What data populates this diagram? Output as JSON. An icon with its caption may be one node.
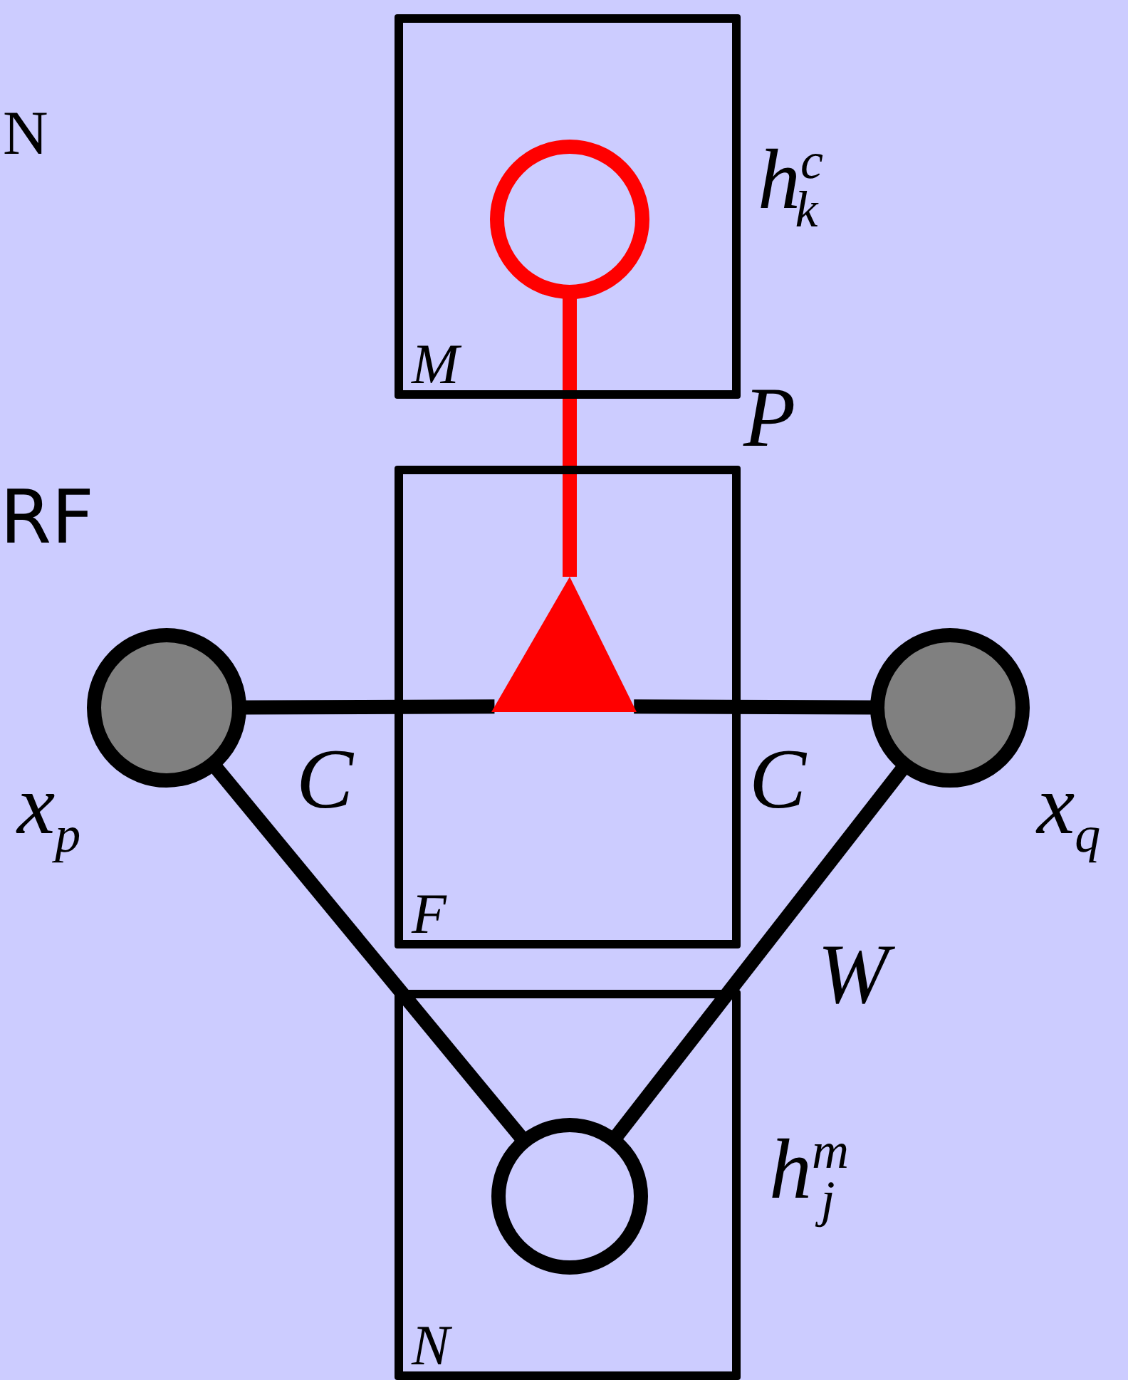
{
  "diagram": {
    "nodes": [
      {
        "text": [
          "M"
        ]
      },
      {
        "text": [],
        "shape": "circle",
        "in": 0,
        "beside": [
          "h$^{c}$$_{k}$"
        ]
      },
      {
        "text": [
          "F"
        ]
      },
      {
        "text": [],
        "shape": "triangle",
        "in": 2
      },
      {
        "text": [
          "N"
        ]
      },
      {
        "text": [],
        "shape": "circle",
        "in": 4,
        "beside": [
          "h$^{m}$$_{j}$"
        ]
      },
      {
        "text": [],
        "shape": "circle",
        "beside": [
          "x$_{p}$"
        ]
      },
      {
        "text": [],
        "shape": "circle",
        "beside": [
          "x$_{q}$"
        ]
      }
    ],
    "edges": [
      {
        "from": 1,
        "to": 3,
        "arrow": "none",
        "color": "#ff0000"
      },
      {
        "from": 6,
        "to": 3,
        "arrow": "none"
      },
      {
        "from": 3,
        "to": 7,
        "arrow": "none"
      },
      {
        "from": 6,
        "to": 5,
        "arrow": "none"
      },
      {
        "from": 7,
        "to": 5,
        "arrow": "none"
      }
    ],
    "labels": [
      "N",
      "RF",
      "P",
      "C",
      "C",
      "W"
    ]
  }
}
